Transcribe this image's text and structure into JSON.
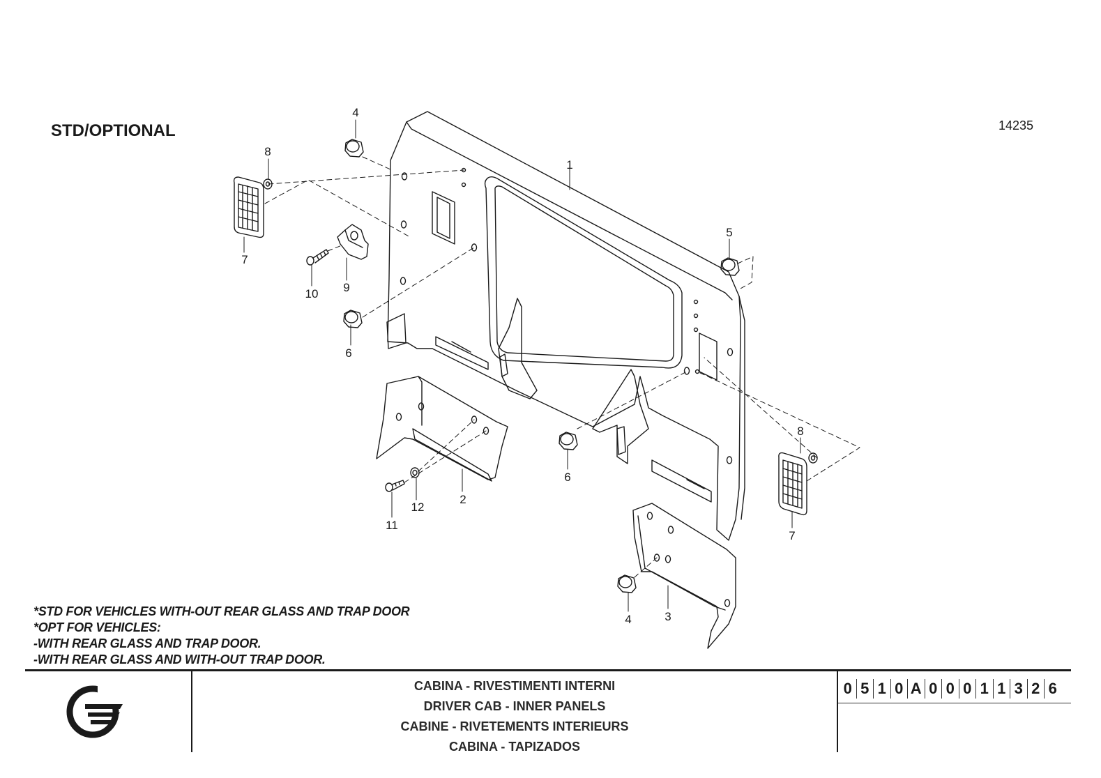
{
  "header": {
    "std_title": "STD/OPTIONAL",
    "drawing_id": "14235"
  },
  "callouts": [
    "1",
    "2",
    "3",
    "4",
    "4",
    "5",
    "6",
    "6",
    "7",
    "7",
    "8",
    "8",
    "9",
    "10",
    "11",
    "12"
  ],
  "notes": [
    "*STD FOR VEHICLES WITH-OUT REAR GLASS AND TRAP DOOR",
    "*OPT FOR VEHICLES:",
    "-WITH REAR GLASS AND TRAP DOOR.",
    "-WITH REAR GLASS AND WITH-OUT TRAP DOOR."
  ],
  "title_block": {
    "title_it": "CABINA - RIVESTIMENTI INTERNI",
    "title_en": "DRIVER CAB - INNER PANELS",
    "title_fr": "CABINE - RIVETEMENTS INTERIEURS",
    "title_es": "CABINA - TAPIZADOS",
    "code_chars": [
      "0",
      "5",
      "1",
      "0",
      "A",
      "0",
      "0",
      "0",
      "1",
      "1",
      "3",
      "2",
      "6"
    ]
  },
  "colors": {
    "line": "#1a1a1a",
    "background": "#ffffff"
  },
  "icons": {
    "logo": "company-logo-icon"
  }
}
